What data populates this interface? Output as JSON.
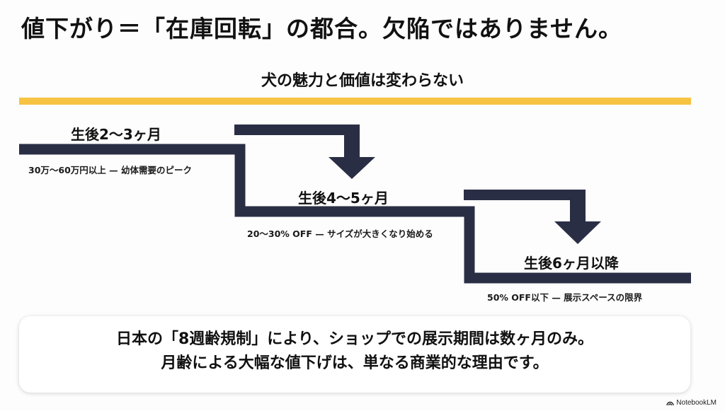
{
  "title": "値下がり＝「在庫回転」の都合。欠陥ではありません。",
  "subtitle": "犬の魅力と価値は変わらない",
  "colors": {
    "accent": "#f6c342",
    "step": "#2a2e45"
  },
  "steps": [
    {
      "label": "生後2〜3ヶ月",
      "note": "30万〜60万円以上 — 幼体需要のピーク"
    },
    {
      "label": "生後4〜5ヶ月",
      "note": "20〜30% OFF — サイズが大きくなり始める"
    },
    {
      "label": "生後6ヶ月以降",
      "note": "50% OFF以下 — 展示スペースの限界"
    }
  ],
  "callout": {
    "line1": "日本の「8週齢規制」により、ショップでの展示期間は数ヶ月のみ。",
    "line2": "月齢による大幅な値下げは、単なる商業的な理由です。"
  },
  "brand": "NotebookLM"
}
